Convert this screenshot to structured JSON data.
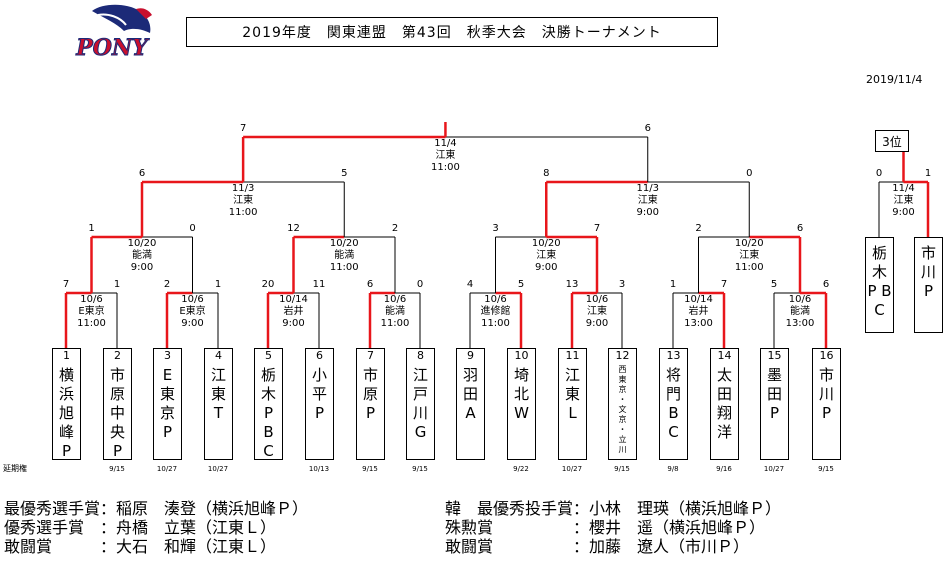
{
  "logo_text": "PONY",
  "title": "2019年度　関東連盟　第43回　秋季大会　決勝トーナメント",
  "date": "2019/11/4",
  "delay_label": "延期権",
  "third_place_label": "3位",
  "line_colors": {
    "winner": "#e8161b",
    "base": "#000000"
  },
  "teams": [
    {
      "num": "1",
      "name": "横浜旭峰P",
      "delay": ""
    },
    {
      "num": "2",
      "name": "市原中央P",
      "delay": "9/15"
    },
    {
      "num": "3",
      "name": "E東京P",
      "delay": "10/27"
    },
    {
      "num": "4",
      "name": "江東T",
      "delay": "10/27"
    },
    {
      "num": "5",
      "name": "栃木PBC",
      "delay": ""
    },
    {
      "num": "6",
      "name": "小平P",
      "delay": "10/13"
    },
    {
      "num": "7",
      "name": "市原P",
      "delay": "9/15"
    },
    {
      "num": "8",
      "name": "江戸川G",
      "delay": "9/15"
    },
    {
      "num": "9",
      "name": "羽田A",
      "delay": ""
    },
    {
      "num": "10",
      "name": "埼北W",
      "delay": "9/22"
    },
    {
      "num": "11",
      "name": "江東L",
      "delay": "10/27"
    },
    {
      "num": "12",
      "name": "西東京・文京・立川",
      "delay": "9/15"
    },
    {
      "num": "13",
      "name": "将門BC",
      "delay": "9/8"
    },
    {
      "num": "14",
      "name": "太田翔洋",
      "delay": "9/16"
    },
    {
      "num": "15",
      "name": "墨田P",
      "delay": "10/27"
    },
    {
      "num": "16",
      "name": "市川P",
      "delay": "9/15"
    }
  ],
  "third_place_teams": [
    {
      "name": "栃木PBC"
    },
    {
      "name": "市川P"
    }
  ],
  "matches": {
    "r1": [
      {
        "date": "10/6",
        "venue": "E東京",
        "time": "11:00",
        "left": "7",
        "right": "1"
      },
      {
        "date": "10/6",
        "venue": "E東京",
        "time": "9:00",
        "left": "2",
        "right": "1"
      },
      {
        "date": "10/14",
        "venue": "岩井",
        "time": "9:00",
        "left": "20",
        "right": "11"
      },
      {
        "date": "10/6",
        "venue": "能満",
        "time": "11:00",
        "left": "6",
        "right": "0"
      },
      {
        "date": "10/6",
        "venue": "進修館",
        "time": "11:00",
        "left": "4",
        "right": "5"
      },
      {
        "date": "10/6",
        "venue": "江東",
        "time": "9:00",
        "left": "13",
        "right": "3"
      },
      {
        "date": "10/14",
        "venue": "岩井",
        "time": "13:00",
        "left": "1",
        "right": "7"
      },
      {
        "date": "10/6",
        "venue": "能満",
        "time": "13:00",
        "left": "5",
        "right": "6"
      }
    ],
    "r2": [
      {
        "date": "10/20",
        "venue": "能満",
        "time": "9:00",
        "left": "1",
        "right": "0"
      },
      {
        "date": "10/20",
        "venue": "能満",
        "time": "11:00",
        "left": "12",
        "right": "2"
      },
      {
        "date": "10/20",
        "venue": "江東",
        "time": "9:00",
        "left": "3",
        "right": "7"
      },
      {
        "date": "10/20",
        "venue": "江東",
        "time": "11:00",
        "left": "2",
        "right": "6"
      }
    ],
    "r3": [
      {
        "date": "11/3",
        "venue": "江東",
        "time": "11:00",
        "left": "6",
        "right": "5"
      },
      {
        "date": "11/3",
        "venue": "江東",
        "time": "9:00",
        "left": "8",
        "right": "0"
      }
    ],
    "final": {
      "date": "11/4",
      "venue": "江東",
      "time": "11:00",
      "left": "7",
      "right": "6"
    },
    "third": {
      "date": "11/4",
      "venue": "江東",
      "time": "9:00",
      "left": "0",
      "right": "1"
    }
  },
  "awards": {
    "left": [
      "最優秀選手賞：稲原　湊登（横浜旭峰Ｐ）",
      "優秀選手賞　：舟橋　立葉（江東Ｌ）",
      "敢闘賞　　　：大石　和輝（江東Ｌ）"
    ],
    "right": [
      "韓　最優秀投手賞：小林　理瑛（横浜旭峰Ｐ）",
      "殊勲賞　　　　　：櫻井　遥（横浜旭峰Ｐ）",
      "敢闘賞　　　　　：加藤　遼人（市川Ｐ）"
    ]
  }
}
